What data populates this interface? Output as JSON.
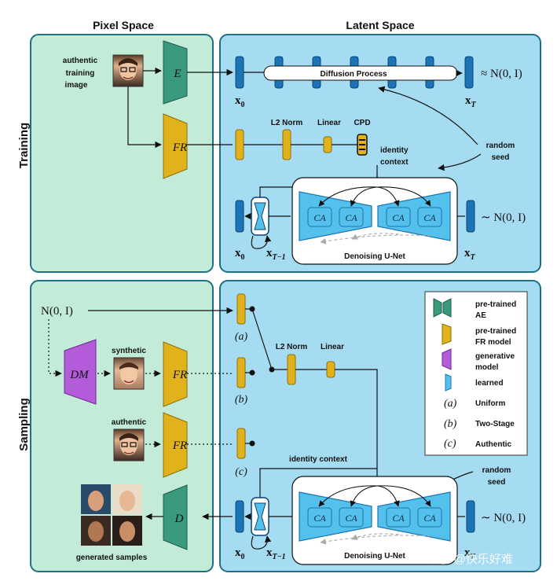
{
  "headers": {
    "pixel_space": "Pixel Space",
    "latent_space": "Latent Space"
  },
  "sections": {
    "training": "Training",
    "sampling": "Sampling"
  },
  "training": {
    "image_label_1": "authentic",
    "image_label_2": "training",
    "image_label_3": "image",
    "encoder": "E",
    "fr_model": "FR",
    "x0": "x",
    "x0_sub": "0",
    "xT": "x",
    "xT_sub": "T",
    "diffusion_process": "Diffusion Process",
    "approx_normal": "≈ N(0, I)",
    "l2_norm": "L2 Norm",
    "linear": "Linear",
    "cpd": "CPD",
    "identity_context_1": "identity",
    "identity_context_2": "context",
    "random_seed_1": "random",
    "random_seed_2": "seed",
    "xT1": "x",
    "xT1_sub": "T−1",
    "ca": "CA",
    "unet": "Denoising U-Net",
    "sim_normal": "∼ N(0, I)"
  },
  "sampling": {
    "noise": "N(0, I)",
    "dm": "DM",
    "synthetic": "synthetic",
    "authentic": "authentic",
    "fr_model": "FR",
    "opt_a": "(a)",
    "opt_b": "(b)",
    "opt_c": "(c)",
    "l2_norm": "L2 Norm",
    "linear": "Linear",
    "identity_context": "identity context",
    "random_seed_1": "random",
    "random_seed_2": "seed",
    "decoder": "D",
    "generated_samples": "generated samples",
    "x0": "x",
    "x0_sub": "0",
    "xT1": "x",
    "xT1_sub": "T−1",
    "xT": "x",
    "xT_sub": "T",
    "ca": "CA",
    "unet": "Denoising U-Net",
    "sim_normal": "∼ N(0, I)"
  },
  "legend": {
    "ae_1": "pre-trained",
    "ae_2": "AE",
    "fr_1": "pre-trained",
    "fr_2": "FR model",
    "gm_1": "generative",
    "gm_2": "model",
    "learned": "learned",
    "a_sym": "(a)",
    "a_label": "Uniform",
    "b_sym": "(b)",
    "b_label": "Two-Stage",
    "c_sym": "(c)",
    "c_label": "Authentic"
  },
  "watermark": "知乎 @快乐好难",
  "colors": {
    "pixel_panel": "#c3ecd8",
    "latent_panel": "#a6dcf2",
    "panel_border": "#1f6f86",
    "teal_ae": "#3a9a7e",
    "gold_fr": "#e2b21c",
    "purple_dm": "#b35bd8",
    "blue_block": "#1b74b6",
    "light_blue": "#54c1ec"
  }
}
